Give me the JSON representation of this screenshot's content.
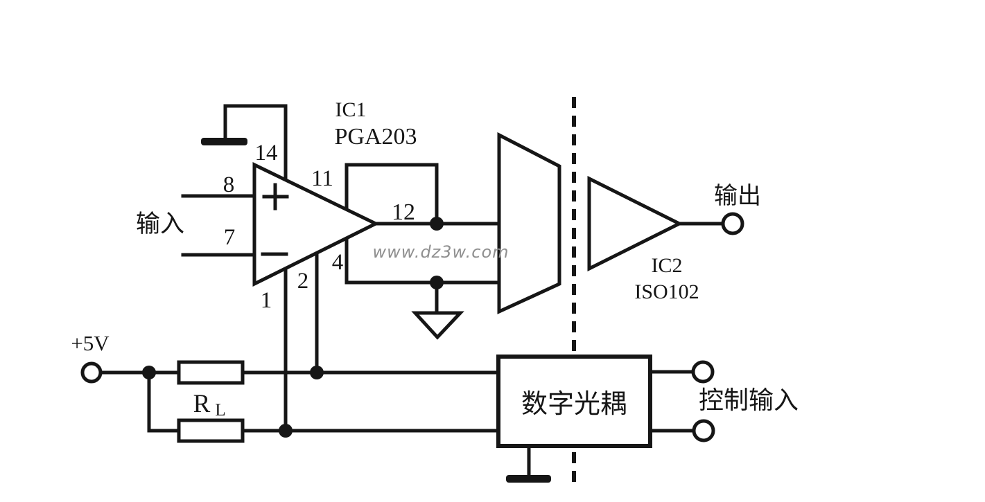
{
  "labels": {
    "input": "输入",
    "output": "输出",
    "control_input": "控制输入",
    "optocoupler": "数字光耦",
    "supply_voltage": "+5V",
    "load_resistor": {
      "main": "R",
      "sub": "L"
    }
  },
  "components": {
    "ic1": {
      "designator": "IC1",
      "part_number": "PGA203"
    },
    "ic2": {
      "designator": "IC2",
      "part_number": "ISO102"
    }
  },
  "pins": {
    "p1": "1",
    "p2": "2",
    "p4": "4",
    "p7": "7",
    "p8": "8",
    "p11": "11",
    "p12": "12",
    "p14": "14"
  },
  "watermark": "www.dz3w.com",
  "colors": {
    "line": "#161616",
    "watermark": "#8f8f8f",
    "background": "#ffffff"
  }
}
